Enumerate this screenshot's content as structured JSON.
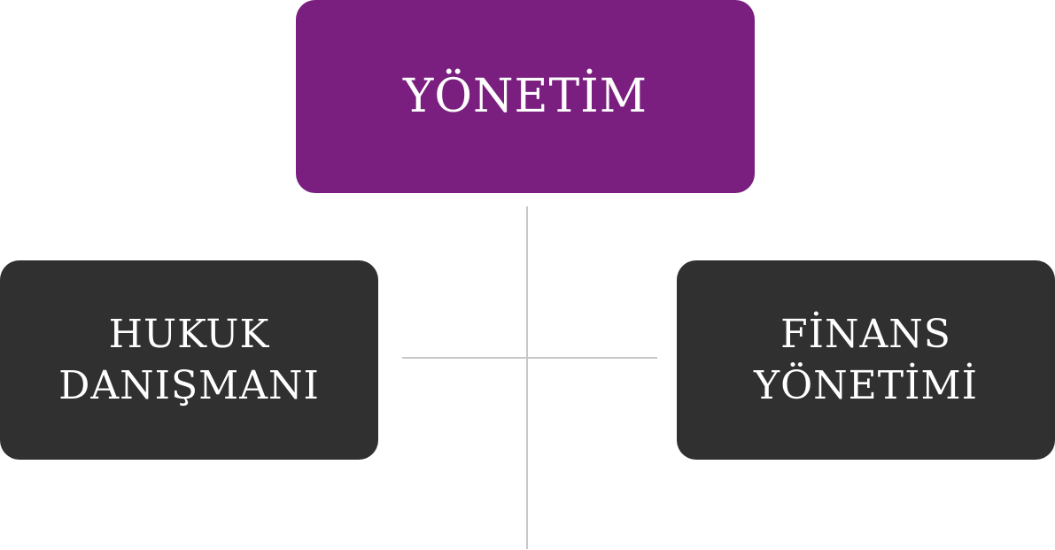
{
  "colors": {
    "top_node": "#7a1f7f",
    "side_node": "#303030",
    "connector": "#c8c8c8",
    "text": "#ffffff"
  },
  "org_chart": {
    "top": {
      "label": "YÖNETİM"
    },
    "left": {
      "line1": "HUKUK",
      "line2": "DANIŞMANI"
    },
    "right": {
      "line1": "FİNANS",
      "line2": "YÖNETİMİ"
    }
  }
}
